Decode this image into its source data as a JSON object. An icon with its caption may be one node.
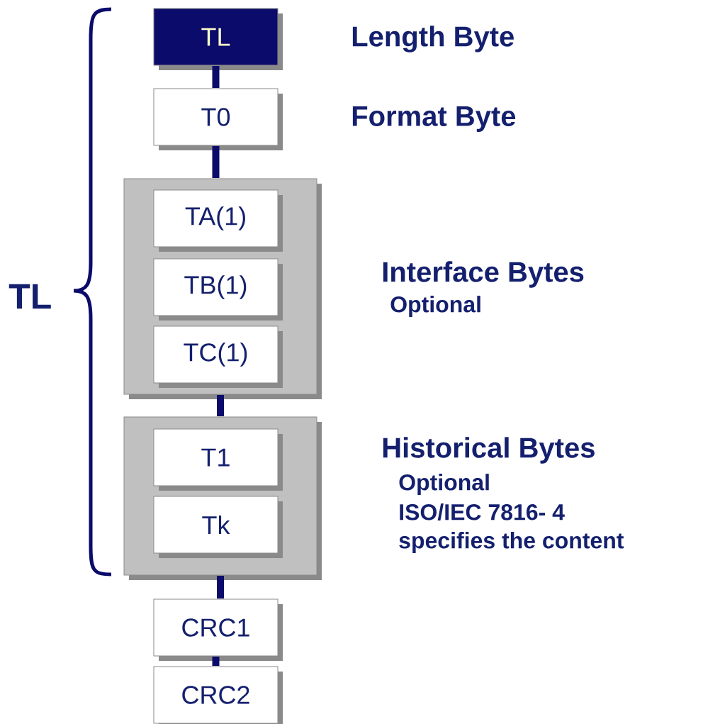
{
  "diagram": {
    "nodes": [
      {
        "text": [
          "TL"
        ],
        "beside": [
          "Length Byte"
        ]
      },
      {
        "text": [
          "T0"
        ],
        "beside": [
          "Format Byte"
        ]
      },
      {
        "text": [],
        "shape": "box",
        "beside": [
          "Interface Bytes",
          "Optional"
        ]
      },
      {
        "text": [
          "TA(1)"
        ],
        "in": 2
      },
      {
        "text": [
          "TB(1)"
        ],
        "in": 2
      },
      {
        "text": [
          "TC(1)"
        ],
        "in": 2
      },
      {
        "text": [],
        "shape": "box",
        "beside": [
          "Historical Bytes",
          "Optional",
          "ISO/IEC 7816- 4",
          "specifies the content"
        ]
      },
      {
        "text": [
          "T1"
        ],
        "in": 6
      },
      {
        "text": [
          "Tk"
        ],
        "in": 6
      },
      {
        "text": [
          "CRC1"
        ]
      },
      {
        "text": [
          "CRC2"
        ]
      }
    ],
    "edges": [
      {
        "from": 0,
        "to": 1,
        "arrow": "none"
      },
      {
        "from": 1,
        "to": 2,
        "arrow": "none"
      },
      {
        "from": 2,
        "to": 6,
        "arrow": "none"
      },
      {
        "from": 6,
        "to": 9,
        "arrow": "none"
      },
      {
        "from": 9,
        "to": 10,
        "arrow": "none"
      }
    ],
    "labels": [
      "TL"
    ]
  }
}
